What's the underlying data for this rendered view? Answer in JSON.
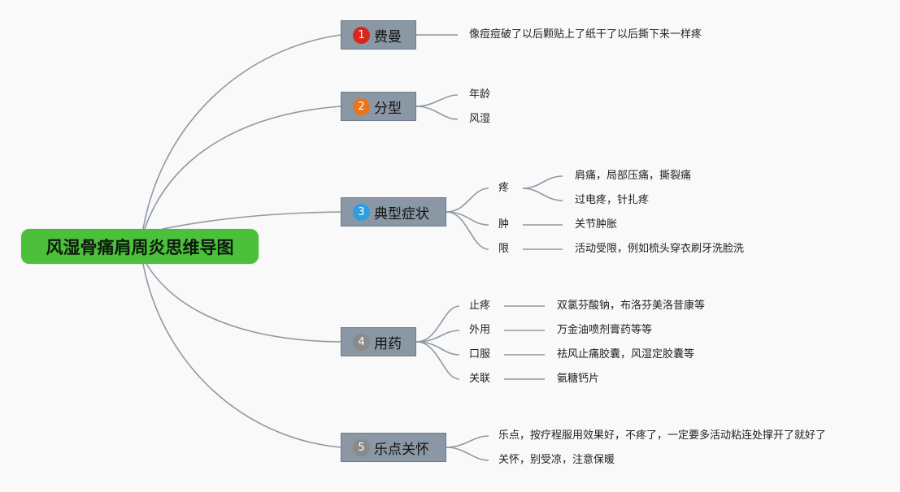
{
  "root": {
    "label": "风湿骨痛肩周炎思维导图"
  },
  "colors": {
    "root_bg": "#4cbf3b",
    "branch_bg": "#8a97a4",
    "connector": "#8e99a6",
    "badge_1": "#d9261c",
    "badge_2": "#e8741c",
    "badge_3": "#2d9fe0",
    "badge_4": "#8a8a8a",
    "badge_5": "#8a8a8a"
  },
  "branches": [
    {
      "badge": "1",
      "label": "费曼",
      "leaves": [
        "像痘痘破了以后颗贴上了纸干了以后撕下来一样疼"
      ]
    },
    {
      "badge": "2",
      "label": "分型",
      "leaves": [
        "年龄",
        "风湿"
      ]
    },
    {
      "badge": "3",
      "label": "典型症状",
      "children": [
        {
          "label": "疼",
          "leaves": [
            "肩痛，局部压痛，撕裂痛",
            "过电疼，针扎疼"
          ]
        },
        {
          "label": "肿",
          "leaves": [
            "关节肿胀"
          ]
        },
        {
          "label": "限",
          "leaves": [
            "活动受限，例如梳头穿衣刷牙洗脸洗"
          ]
        }
      ]
    },
    {
      "badge": "4",
      "label": "用药",
      "children": [
        {
          "label": "止疼",
          "leaves": [
            "双氯芬酸钠，布洛芬美洛昔康等"
          ]
        },
        {
          "label": "外用",
          "leaves": [
            "万金油喷剂膏药等等"
          ]
        },
        {
          "label": "口服",
          "leaves": [
            "祛风止痛胶囊，风湿定胶囊等"
          ]
        },
        {
          "label": "关联",
          "leaves": [
            "氨糖钙片"
          ]
        }
      ]
    },
    {
      "badge": "5",
      "label": "乐点关怀",
      "leaves": [
        "乐点，按疗程服用效果好，不疼了，一定要多活动粘连处撑开了就好了",
        "关怀，别受凉，注意保暖"
      ]
    }
  ]
}
